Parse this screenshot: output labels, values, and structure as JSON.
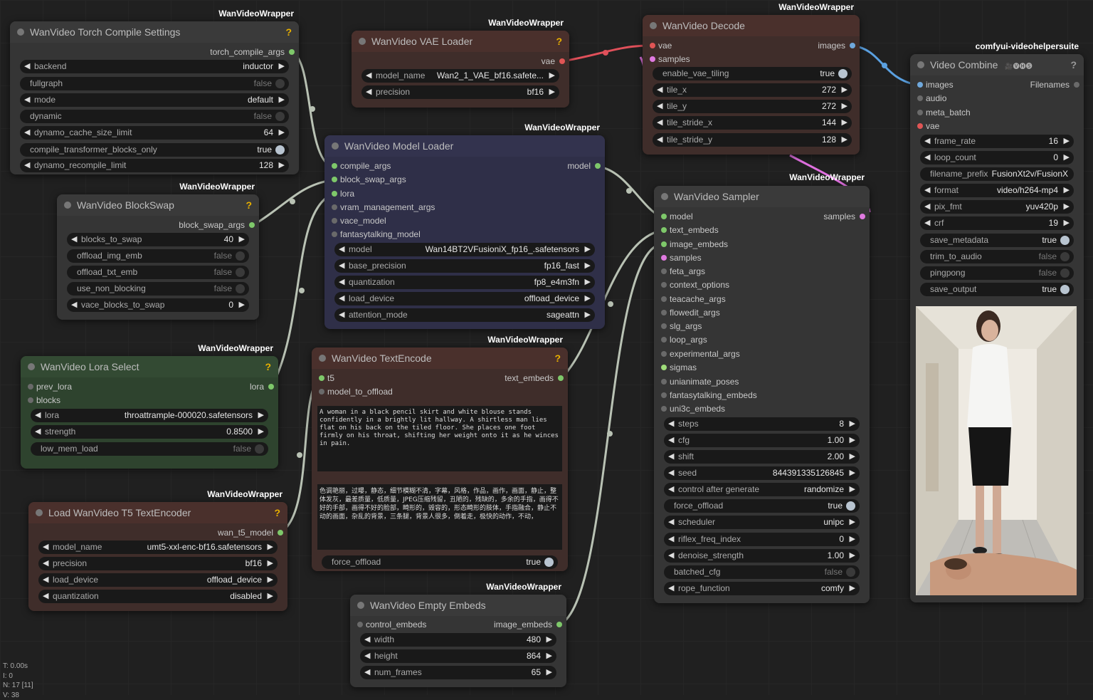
{
  "badges": {
    "torch": "WanVideoWrapper",
    "vae": "WanVideoWrapper",
    "decode": "WanVideoWrapper",
    "combine": "comfyui-videohelpersuite",
    "model": "WanVideoWrapper",
    "blockswap": "WanVideoWrapper",
    "sampler": "WanVideoWrapper",
    "lora": "WanVideoWrapper",
    "textencode": "WanVideoWrapper",
    "t5": "WanVideoWrapper",
    "embeds": "WanVideoWrapper"
  },
  "torch": {
    "title": "WanVideo Torch Compile Settings",
    "help": "?",
    "output": "torch_compile_args",
    "widgets": [
      {
        "label": "backend",
        "value": "inductor"
      },
      {
        "label": "fullgraph",
        "value": "false"
      },
      {
        "label": "mode",
        "value": "default"
      },
      {
        "label": "dynamic",
        "value": "false"
      },
      {
        "label": "dynamo_cache_size_limit",
        "value": "64"
      },
      {
        "label": "compile_transformer_blocks_only",
        "value": "true"
      },
      {
        "label": "dynamo_recompile_limit",
        "value": "128"
      }
    ]
  },
  "vae": {
    "title": "WanVideo VAE Loader",
    "help": "?",
    "output": "vae",
    "widgets": [
      {
        "label": "model_name",
        "value": "Wan2_1_VAE_bf16.safete..."
      },
      {
        "label": "precision",
        "value": "bf16"
      }
    ]
  },
  "decode": {
    "title": "WanVideo Decode",
    "inputs": [
      "vae",
      "samples"
    ],
    "output": "images",
    "widgets": [
      {
        "label": "enable_vae_tiling",
        "value": "true"
      },
      {
        "label": "tile_x",
        "value": "272"
      },
      {
        "label": "tile_y",
        "value": "272"
      },
      {
        "label": "tile_stride_x",
        "value": "144"
      },
      {
        "label": "tile_stride_y",
        "value": "128"
      }
    ]
  },
  "combine": {
    "title": "Video Combine",
    "icons": "🎥🅥🅗🅢",
    "help": "?",
    "inputs": [
      "images",
      "audio",
      "meta_batch",
      "vae"
    ],
    "output": "Filenames",
    "widgets": [
      {
        "label": "frame_rate",
        "value": "16"
      },
      {
        "label": "loop_count",
        "value": "0"
      },
      {
        "label": "filename_prefix",
        "value": "FusionXt2v/FusionX"
      },
      {
        "label": "format",
        "value": "video/h264-mp4"
      },
      {
        "label": "pix_fmt",
        "value": "yuv420p"
      },
      {
        "label": "crf",
        "value": "19"
      },
      {
        "label": "save_metadata",
        "value": "true"
      },
      {
        "label": "trim_to_audio",
        "value": "false"
      },
      {
        "label": "pingpong",
        "value": "false"
      },
      {
        "label": "save_output",
        "value": "true"
      }
    ]
  },
  "model": {
    "title": "WanVideo Model Loader",
    "inputs": [
      "compile_args",
      "block_swap_args",
      "lora",
      "vram_management_args",
      "vace_model",
      "fantasytalking_model"
    ],
    "output": "model",
    "widgets": [
      {
        "label": "model",
        "value": "Wan14BT2VFusioniX_fp16_.safetensors"
      },
      {
        "label": "base_precision",
        "value": "fp16_fast"
      },
      {
        "label": "quantization",
        "value": "fp8_e4m3fn"
      },
      {
        "label": "load_device",
        "value": "offload_device"
      },
      {
        "label": "attention_mode",
        "value": "sageattn"
      }
    ]
  },
  "blockswap": {
    "title": "WanVideo BlockSwap",
    "help": "?",
    "output": "block_swap_args",
    "widgets": [
      {
        "label": "blocks_to_swap",
        "value": "40"
      },
      {
        "label": "offload_img_emb",
        "value": "false"
      },
      {
        "label": "offload_txt_emb",
        "value": "false"
      },
      {
        "label": "use_non_blocking",
        "value": "false"
      },
      {
        "label": "vace_blocks_to_swap",
        "value": "0"
      }
    ]
  },
  "sampler": {
    "title": "WanVideo Sampler",
    "output": "samples",
    "inputs": [
      "model",
      "text_embeds",
      "image_embeds",
      "samples",
      "feta_args",
      "context_options",
      "teacache_args",
      "flowedit_args",
      "slg_args",
      "loop_args",
      "experimental_args",
      "sigmas",
      "unianimate_poses",
      "fantasytalking_embeds",
      "uni3c_embeds"
    ],
    "widgets": [
      {
        "label": "steps",
        "value": "8"
      },
      {
        "label": "cfg",
        "value": "1.00"
      },
      {
        "label": "shift",
        "value": "2.00"
      },
      {
        "label": "seed",
        "value": "844391335126845"
      },
      {
        "label": "control after generate",
        "value": "randomize"
      },
      {
        "label": "force_offload",
        "value": "true"
      },
      {
        "label": "scheduler",
        "value": "unipc"
      },
      {
        "label": "riflex_freq_index",
        "value": "0"
      },
      {
        "label": "denoise_strength",
        "value": "1.00"
      },
      {
        "label": "batched_cfg",
        "value": "false"
      },
      {
        "label": "rope_function",
        "value": "comfy"
      }
    ]
  },
  "lora": {
    "title": "WanVideo Lora Select",
    "help": "?",
    "output": "lora",
    "inputs": [
      "prev_lora",
      "blocks"
    ],
    "widgets": [
      {
        "label": "lora",
        "value": "throattrample-000020.safetensors"
      },
      {
        "label": "strength",
        "value": "0.8500"
      },
      {
        "label": "low_mem_load",
        "value": "false"
      }
    ]
  },
  "textencode": {
    "title": "WanVideo TextEncode",
    "help": "?",
    "output": "text_embeds",
    "inputs": [
      "t5",
      "model_to_offload"
    ],
    "positive": "A woman in a black pencil skirt and white blouse stands confidently in a brightly lit hallway. A shirtless man lies flat on his back on the tiled floor. She places one foot firmly on his throat, shifting her weight onto it as he winces in pain.",
    "negative": "色调艳丽，过曝，静态，细节模糊不清，字幕，风格，作品，画作，画面，静止，整体发灰，最差质量，低质量，JPEG压缩残留，丑陋的，残缺的，多余的手指，画得不好的手部，画得不好的脸部，畸形的，毁容的，形态畸形的肢体，手指融合，静止不动的画面，杂乱的背景，三条腿，背景人很多，倒着走，极快的动作，不动，",
    "widgets": [
      {
        "label": "force_offload",
        "value": "true"
      }
    ]
  },
  "t5": {
    "title": "Load WanVideo T5 TextEncoder",
    "help": "?",
    "output": "wan_t5_model",
    "widgets": [
      {
        "label": "model_name",
        "value": "umt5-xxl-enc-bf16.safetensors"
      },
      {
        "label": "precision",
        "value": "bf16"
      },
      {
        "label": "load_device",
        "value": "offload_device"
      },
      {
        "label": "quantization",
        "value": "disabled"
      }
    ]
  },
  "embeds": {
    "title": "WanVideo Empty Embeds",
    "output": "image_embeds",
    "inputs": [
      "control_embeds"
    ],
    "widgets": [
      {
        "label": "width",
        "value": "480"
      },
      {
        "label": "height",
        "value": "864"
      },
      {
        "label": "num_frames",
        "value": "65"
      }
    ]
  },
  "hud": {
    "t": "T: 0.00s",
    "i": "I: 0",
    "n": "N: 17 [11]",
    "v": "V: 38"
  },
  "colors": {
    "canvas": "#202020",
    "node_default": "#353535",
    "vae_loader": "#3f2d2a",
    "decode": "#3f2d2a",
    "model_loader": "#2f2f48",
    "lora": "#2e432e",
    "textencode": "#3f2d2a",
    "t5": "#3f2d2a",
    "link_vae": "#e0505a",
    "link_images": "#5aa0e0",
    "link_generic": "#9aa59a",
    "link_samples": "#e070e0"
  }
}
